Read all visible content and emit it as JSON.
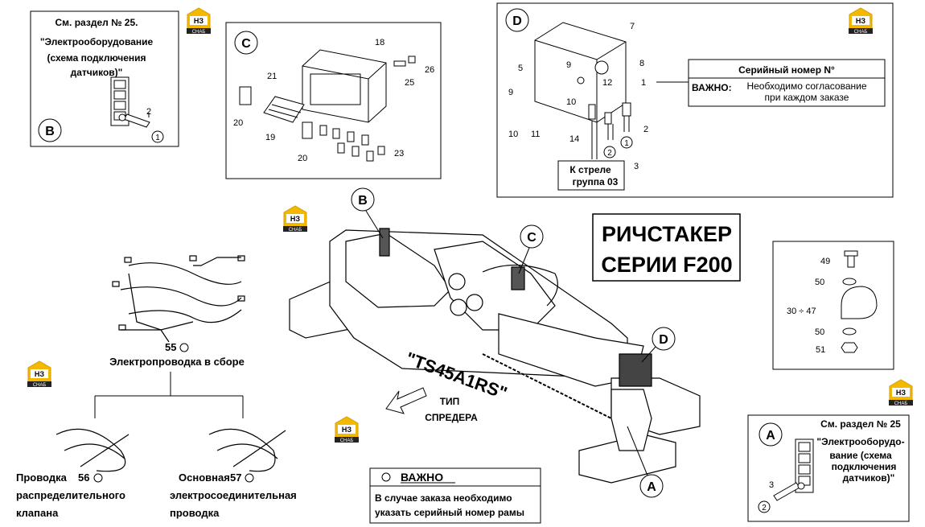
{
  "panel_b": {
    "letter": "B",
    "line1": "См. раздел № 25.",
    "line2": "\"Электрооборудование",
    "line3": "(схема подключения",
    "line4": "датчиков)\"",
    "part_2": "2",
    "circle_1": "1"
  },
  "panel_c": {
    "letter": "C",
    "p18": "18",
    "p21": "21",
    "p26": "26",
    "p25": "25",
    "p20a": "20",
    "p19": "19",
    "p20b": "20",
    "p23": "23"
  },
  "panel_d": {
    "letter": "D",
    "p7": "7",
    "p8": "8",
    "p5": "5",
    "p9a": "9",
    "p10a": "10",
    "p12": "12",
    "p1": "1",
    "p9b": "9",
    "p10b": "10",
    "p11": "11",
    "p14": "14",
    "p2": "2",
    "p3": "3",
    "circle_2": "2",
    "circle_1": "1",
    "serial_label": "Серийный номер  N°",
    "important_prefix": "ВАЖНО:",
    "important_text1": "Необходимо согласование",
    "important_text2": "при каждом заказе",
    "boom_line1": "К стреле",
    "boom_line2": "группа 03"
  },
  "title": {
    "line1": "РИЧСТАКЕР",
    "line2": "СЕРИИ F200"
  },
  "main": {
    "callout_b": "B",
    "callout_c": "C",
    "callout_d": "D",
    "callout_a": "A",
    "model": "\"TS45A1RS\"",
    "type_line1": "ТИП",
    "type_line2": "СПРЕДЕРА"
  },
  "harness": {
    "number": "55",
    "label": "Электропроводка в сборе",
    "valve_number": "56",
    "valve_line1": "Проводка",
    "valve_line2": "распределительного",
    "valve_line3": "клапана",
    "main_number": "57",
    "main_line1": "Основная",
    "main_line2": "электросоединительная",
    "main_line3": "проводка"
  },
  "important_box": {
    "title": "ВАЖНО",
    "line1": "В случае заказа необходимо",
    "line2": "указать серийный номер рамы"
  },
  "clamp": {
    "p49": "49",
    "p50a": "50",
    "p3047": "30 ÷ 47",
    "p50b": "50",
    "p51": "51"
  },
  "panel_a": {
    "letter": "A",
    "line1": "См. раздел № 25",
    "line2": "\"Электрооборудо-",
    "line3": "вание (схема",
    "line4": "подключения",
    "line5": "датчиков)\"",
    "part_3": "3",
    "circle_2": "2"
  },
  "logo": {
    "top": "НЗ",
    "bottom": "СНАБ",
    "color": "#f2b900"
  }
}
